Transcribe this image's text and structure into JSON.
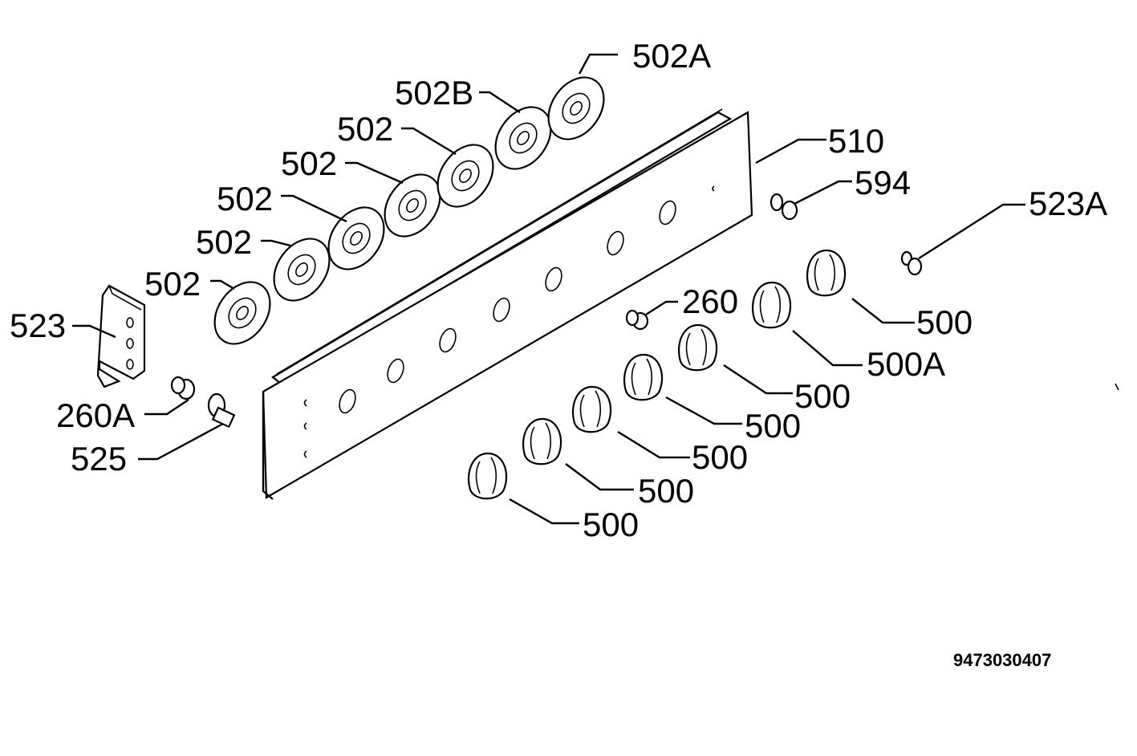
{
  "diagram": {
    "drawing_code": "9473030407",
    "labels": {
      "l_502a": "502A",
      "l_502b": "502B",
      "l_502_1": "502",
      "l_502_2": "502",
      "l_502_3": "502",
      "l_502_4": "502",
      "l_502_5": "502",
      "l_510": "510",
      "l_594": "594",
      "l_523a": "523A",
      "l_523": "523",
      "l_260a": "260A",
      "l_525": "525",
      "l_260": "260",
      "l_500_1": "500",
      "l_500a": "500A",
      "l_500_2": "500",
      "l_500_3": "500",
      "l_500_4": "500",
      "l_500_5": "500",
      "l_500_6": "500"
    }
  }
}
